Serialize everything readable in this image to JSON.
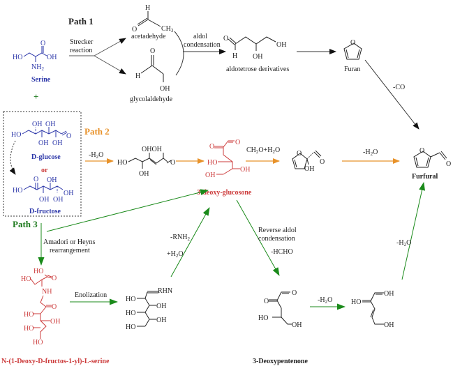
{
  "paths": {
    "path1": "Path 1",
    "path2": "Path 2",
    "path3": "Path 3"
  },
  "compounds": {
    "serine": "Serine",
    "plus": "+",
    "d_glucose": "D-glucose",
    "or": "or",
    "d_fructose": "D-fructose",
    "acetaldehyde": "acetadehyde",
    "glycolaldehyde": "glycolaldehyde",
    "aldotetrose": "aldotetrose derivatives",
    "furan": "Furan",
    "deoxyglucosone": "3-deoxy-glucosone",
    "furfural": "Furfural",
    "amadori_product": "N-(1-Deoxy-D-fructos-1-yl)-L-serine",
    "deoxypentenone": "3-Deoxypentenone"
  },
  "reactions": {
    "strecker_1": "Strecker",
    "strecker_2": "reaction",
    "aldol_1": "aldol",
    "aldol_2": "condensation",
    "minus_co": "-CO",
    "minus_h2o_a": "-H",
    "plus_ch2o": "CH",
    "amadori_1": "Amadori or Heyns",
    "amadori_2": "rearrangement",
    "minus_rnh2": "-RNH",
    "plus_h2o": "+H",
    "reverse_aldol_1": "Reverse aldol",
    "reverse_aldol_2": "condensation",
    "minus_hcho": "-HCHO",
    "enolization": "Enolization"
  },
  "atoms": {
    "HO": "HO",
    "OH": "OH",
    "O": "O",
    "H": "H",
    "NH2": "NH",
    "NH": "NH",
    "CH3": "CH",
    "RHN": "RHN",
    "OHOH": "OHOH"
  },
  "colors": {
    "path1": "#222222",
    "path2": "#e8922a",
    "path3": "#1e7a1e",
    "sugar": "#2a35a8",
    "intermediate": "#cc3b3b"
  }
}
